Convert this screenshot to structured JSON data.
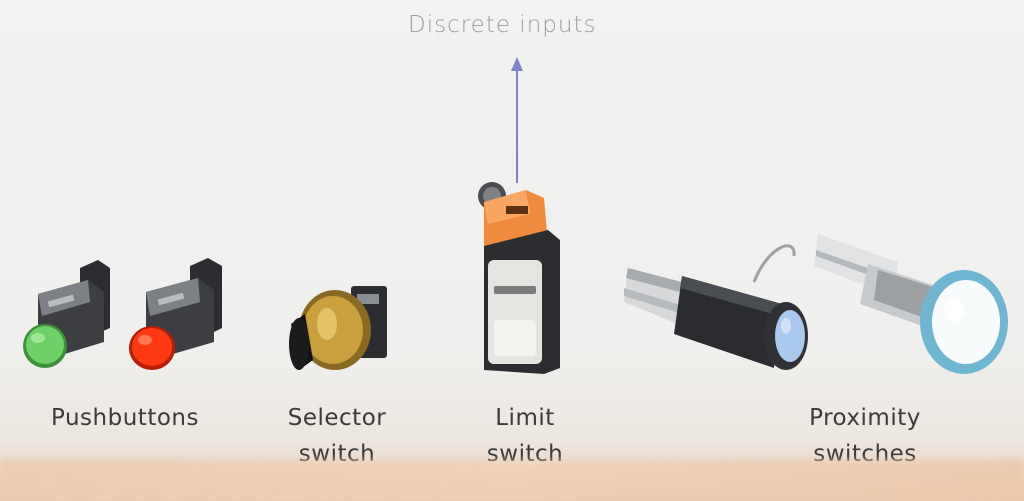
{
  "diagram": {
    "heading": "Discrete inputs",
    "labels": {
      "pushbuttons": "Pushbuttons",
      "selector_line1": "Selector",
      "selector_line2": "switch",
      "limit_line1": "Limit",
      "limit_line2": "switch",
      "proximity_line1": "Proximity",
      "proximity_line2": "switches"
    },
    "colors": {
      "arrow": "#7b84c9",
      "pushbutton_green": "#6fd06a",
      "pushbutton_red": "#ff3a12",
      "limit_switch_head": "#f08a3c",
      "proximity_face_blue": "#a9c9ee",
      "proximity_ring_teal": "#6fb6d2"
    }
  }
}
